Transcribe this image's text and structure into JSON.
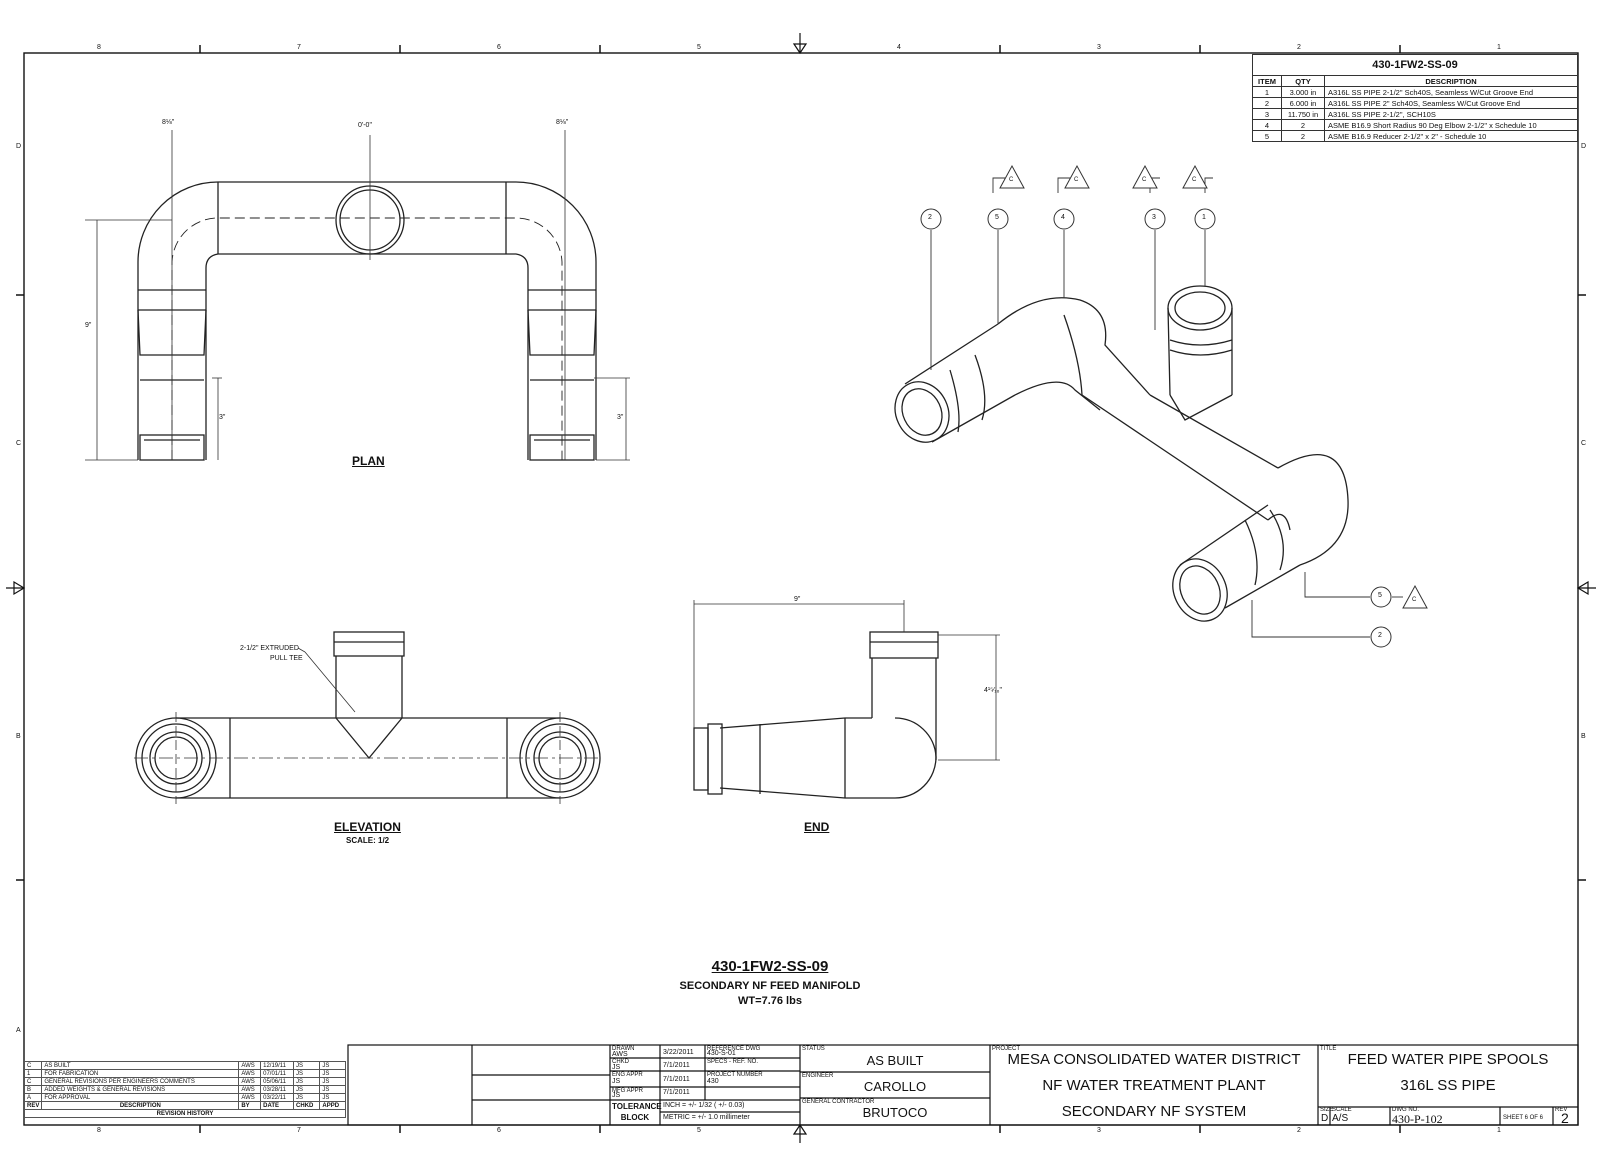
{
  "zones": {
    "columns": [
      "8",
      "7",
      "6",
      "5",
      "4",
      "3",
      "2",
      "1"
    ],
    "rows": [
      "D",
      "C",
      "B",
      "A"
    ]
  },
  "bom": {
    "title": "430-1FW2-SS-09",
    "headers": [
      "ITEM",
      "QTY",
      "DESCRIPTION"
    ],
    "rows": [
      [
        "1",
        "3.000 in",
        "A316L SS PIPE 2-1/2\" Sch40S, Seamless W/Cut Groove End"
      ],
      [
        "2",
        "6.000 in",
        "A316L SS PIPE 2\" Sch40S, Seamless W/Cut Groove End"
      ],
      [
        "3",
        "11.750 in",
        "A316L SS PIPE 2-1/2\", SCH10S"
      ],
      [
        "4",
        "2",
        "ASME B16.9 Short Radius 90 Deg Elbow 2-1/2\" x Schedule 10"
      ],
      [
        "5",
        "2",
        "ASME B16.9 Reducer 2-1/2\" x 2\" - Schedule 10"
      ]
    ]
  },
  "plan": {
    "title": "PLAN",
    "dim_left": "8⅛\"",
    "dim_center": "0'-0\"",
    "dim_right": "8⅛\"",
    "dim_height": "9\"",
    "dim_leg_left": "3\"",
    "dim_leg_right": "3\""
  },
  "elevation": {
    "title": "ELEVATION",
    "scale": "SCALE: 1/2",
    "callout_line1": "2-1/2\" EXTRUDED",
    "callout_line2": "PULL TEE"
  },
  "end_view": {
    "title": "END",
    "dim_width": "9\"",
    "dim_height": "4¹⁵⁄₁₆\""
  },
  "iso": {
    "balloons_top": [
      "2",
      "5",
      "4",
      "3",
      "1"
    ],
    "balloons_bottom": [
      "5",
      "2"
    ],
    "flag": "C"
  },
  "drawing_caption": {
    "id": "430-1FW2-SS-09",
    "name": "SECONDARY NF FEED MANIFOLD",
    "weight": "WT=7.76 lbs"
  },
  "revisions": {
    "rows": [
      [
        "C",
        "AS BUILT",
        "AWS",
        "12/19/11",
        "JS",
        "JS"
      ],
      [
        "1",
        "FOR FABRICATION",
        "AWS",
        "07/01/11",
        "JS",
        "JS"
      ],
      [
        "C",
        "GENERAL REVISIONS PER ENGINEERS COMMENTS",
        "AWS",
        "05/06/11",
        "JS",
        "JS"
      ],
      [
        "B",
        "ADDED WEIGHTS & GENERAL REVISIONS",
        "AWS",
        "03/28/11",
        "JS",
        "JS"
      ],
      [
        "A",
        "FOR APPROVAL",
        "AWS",
        "03/22/11",
        "JS",
        "JS"
      ]
    ],
    "header": [
      "REV",
      "DESCRIPTION",
      "BY",
      "DATE",
      "CHKD",
      "APPD"
    ],
    "footer": "REVISION HISTORY"
  },
  "title_block": {
    "drawn_label": "DRAWN",
    "drawn_by": "AWS",
    "drawn_date": "3/22/2011",
    "checked_label": "CHKD",
    "checked_by": "JS",
    "checked_date": "7/1/2011",
    "eng_label": "ENG APPR",
    "eng_by": "JS",
    "eng_date": "7/1/2011",
    "mfg_label": "MFG APPR",
    "mfg_by": "JS",
    "mfg_date": "7/1/2011",
    "ref_label": "REFERENCE DWG",
    "ref_value": "430-S-01",
    "spec_label": "SPECS - REF. NO.",
    "proj_label": "PROJECT NUMBER",
    "proj_value": "430",
    "tolerance_label": "TOLERANCE BLOCK",
    "tol_inch": "INCH = +/- 1/32 ( +/- 0.03)",
    "tol_metric": "METRIC = +/- 1.0 millimeter",
    "status_label": "STATUS",
    "status_value": "AS BUILT",
    "engineer_label": "ENGINEER",
    "engineer_value": "CAROLLO",
    "gc_label": "GENERAL CONTRACTOR",
    "gc_value": "BRUTOCO",
    "project_label": "PROJECT",
    "project_line1": "MESA CONSOLIDATED WATER DISTRICT",
    "project_line2": "NF WATER TREATMENT PLANT",
    "project_line3": "SECONDARY NF SYSTEM",
    "title_label": "TITLE",
    "title_line1": "FEED WATER PIPE SPOOLS",
    "title_line2": "316L SS PIPE",
    "size_label": "SIZE",
    "size_value": "D",
    "scale_label": "SCALE",
    "scale_value": "A/S",
    "dwg_label": "DWG NO.",
    "dwg_value": "430-P-102",
    "sheet_text": "SHEET 6 OF 6",
    "rev_label": "REV",
    "rev_value": "2"
  }
}
